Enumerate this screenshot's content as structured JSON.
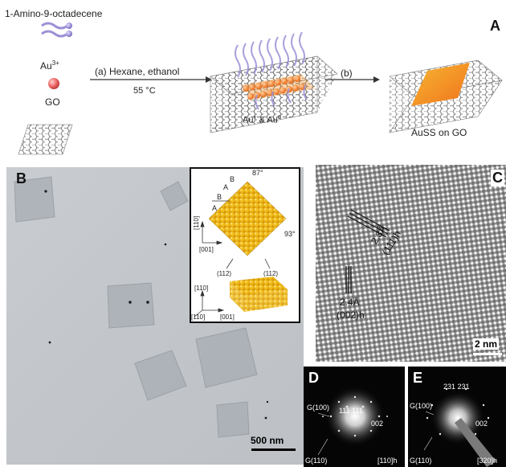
{
  "panel_a": {
    "letter": "A",
    "molecule": "1-Amino-9-octadecene",
    "au_label": "Au",
    "au_sup": "3+",
    "go_label": "GO",
    "step_a": "(a) Hexane, ethanol",
    "temp": "55 °C",
    "mid_label": "Au",
    "mid_sup1": "+",
    "mid_amp": "&",
    "mid_label2": "Au",
    "mid_sup2": "0",
    "step_b": "(b)",
    "final_label": "AuSS on GO"
  },
  "panel_b": {
    "letter": "B",
    "scale": "500 nm",
    "inset": {
      "angle_top": "87°",
      "angle_right": "93°",
      "stack_labels": [
        "A",
        "B",
        "A",
        "B"
      ],
      "axis_110": "[110]",
      "axis_001": "[001]",
      "plane1": "(112)",
      "plane2": "(112)",
      "axis_110b": "[110]",
      "axis_110c": "[110]",
      "axis_001b": "[001]"
    }
  },
  "panel_c": {
    "letter": "C",
    "d1": "2.3Å",
    "p1": "(111)h",
    "d2": "2.4Å",
    "p2": "(002)h",
    "scale": "2 nm"
  },
  "panel_d": {
    "letter": "D",
    "g100": "G(100)",
    "g110": "G(110)",
    "spots": "111  111",
    "s002": "002",
    "zone": "[110]h"
  },
  "panel_e": {
    "letter": "E",
    "g100": "G(100)",
    "g110": "G(110)",
    "spots": "231  231",
    "s002": "002",
    "zone": "[320]h"
  },
  "colors": {
    "gold": "#e3b51a",
    "orange": "#f28a1e",
    "lilac": "#9d8fd6",
    "red_sphere": "#ee6a6a"
  }
}
